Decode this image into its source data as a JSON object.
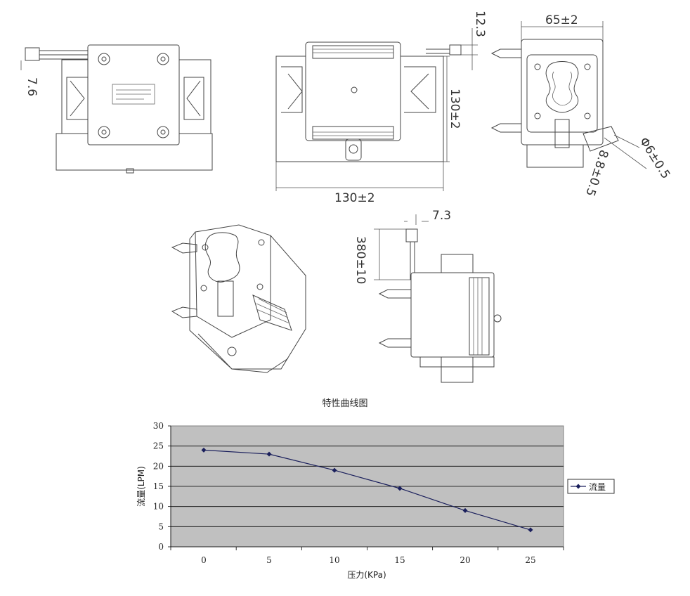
{
  "drawing": {
    "dimensions": [
      "7.6",
      "12.3",
      "130±2",
      "130±2",
      "65±2",
      "Φ6±0.5",
      "8.8±0.5",
      "7.3",
      "380±10"
    ]
  },
  "chart_title": "特性曲线图",
  "legend_label": "流量",
  "chart_data": {
    "type": "line",
    "title": "特性曲线图",
    "xlabel": "压力(KPa)",
    "ylabel": "流量(LPM)",
    "x": [
      0,
      5,
      10,
      15,
      20,
      25
    ],
    "series": [
      {
        "name": "流量",
        "values": [
          24,
          23,
          19,
          14.5,
          9,
          4.2
        ]
      }
    ],
    "xlim": [
      0,
      25
    ],
    "ylim": [
      0,
      30
    ],
    "xticks": [
      "0",
      "5",
      "10",
      "15",
      "20",
      "25"
    ],
    "yticks": [
      "0",
      "5",
      "10",
      "15",
      "20",
      "25",
      "30"
    ],
    "grid": true,
    "legend": "right",
    "colors": {
      "plot_bg": "#c0c0c0",
      "line": "#1a1f5c",
      "marker": "#1a1f5c"
    }
  }
}
